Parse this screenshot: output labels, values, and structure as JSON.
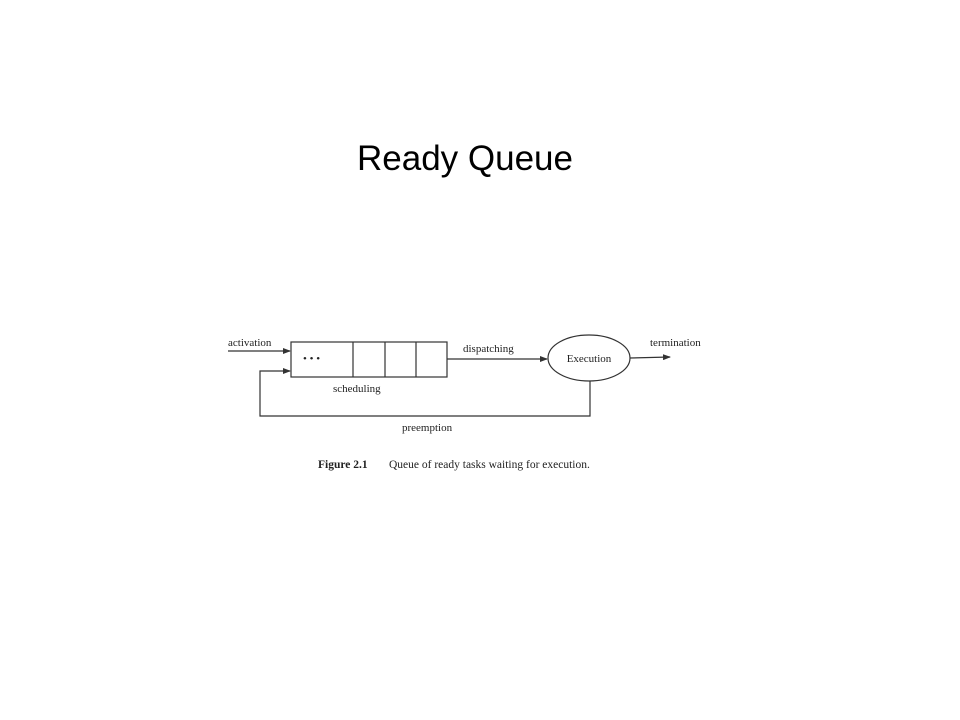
{
  "slide": {
    "title": "Ready Queue"
  },
  "diagram": {
    "labels": {
      "activation": "activation",
      "dispatching": "dispatching",
      "termination": "termination",
      "scheduling": "scheduling",
      "preemption": "preemption",
      "execution": "Execution",
      "ellipsis": "• • •"
    },
    "caption": {
      "figure_number": "Figure 2.1",
      "text": "Queue of ready tasks waiting for execution."
    }
  }
}
